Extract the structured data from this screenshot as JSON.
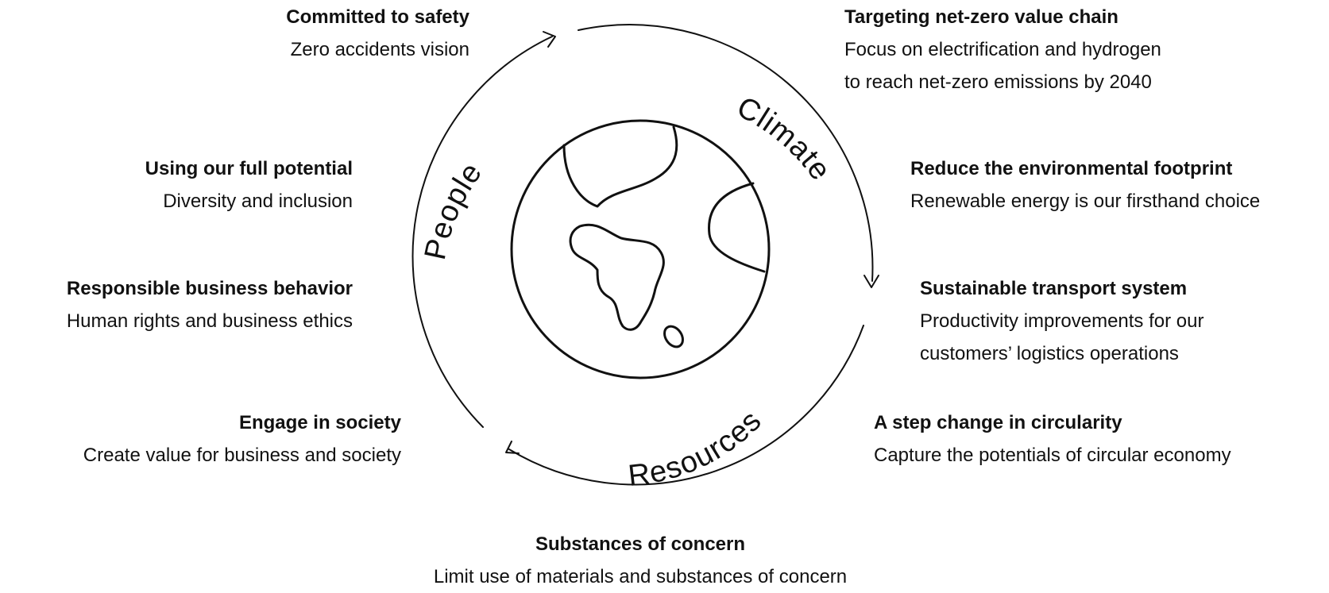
{
  "cycle": {
    "sections": [
      "Climate",
      "Resources",
      "People"
    ],
    "arrow_direction": "clockwise"
  },
  "items": {
    "safety": {
      "title": "Committed to safety",
      "desc": [
        "Zero accidents vision"
      ]
    },
    "potential": {
      "title": "Using our full potential",
      "desc": [
        "Diversity and inclusion"
      ]
    },
    "business": {
      "title": "Responsible business behavior",
      "desc": [
        "Human rights and business ethics"
      ]
    },
    "society": {
      "title": "Engage in society",
      "desc": [
        "Create value for business and society"
      ]
    },
    "netzero": {
      "title": "Targeting net-zero value chain",
      "desc": [
        "Focus on electrification and hydrogen",
        "to reach net-zero emissions by 2040"
      ]
    },
    "footprint": {
      "title": "Reduce the environmental footprint",
      "desc": [
        "Renewable energy is our firsthand choice"
      ]
    },
    "transport": {
      "title": "Sustainable transport system",
      "desc": [
        "Productivity improvements for our",
        "customers’ logistics operations"
      ]
    },
    "circularity": {
      "title": "A step change in circularity",
      "desc": [
        "Capture the potentials of circular economy"
      ]
    },
    "substances": {
      "title": "Substances of concern",
      "desc": [
        "Limit use of materials and substances of concern"
      ]
    }
  },
  "colors": {
    "ink": "#111111",
    "background": "#ffffff"
  },
  "icons": [
    "globe-icon",
    "clockwise-arrow-icon"
  ]
}
